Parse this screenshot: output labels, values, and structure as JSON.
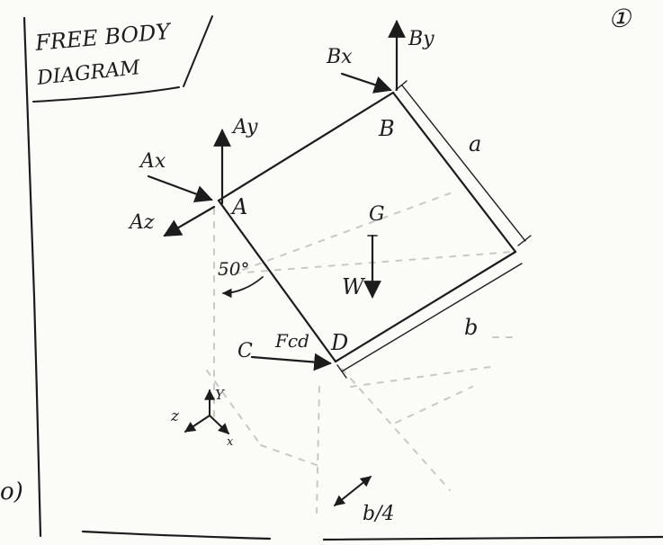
{
  "title_line1": "FREE BODY",
  "title_line2": "DIAGRAM",
  "page_number": "①",
  "side_mark": "o)",
  "labels": {
    "A": "A",
    "B": "B",
    "D": "D",
    "G": "G",
    "W": "W",
    "Ax": "Ax",
    "Ay": "Ay",
    "Az": "Az",
    "Bx": "Bx",
    "By": "By",
    "Fcd": "Fcd",
    "C": "C",
    "angle": "50°",
    "a": "a",
    "b": "b",
    "b_over_4": "b/4",
    "axis_x": "x",
    "axis_y": "Y",
    "axis_z": "z"
  }
}
